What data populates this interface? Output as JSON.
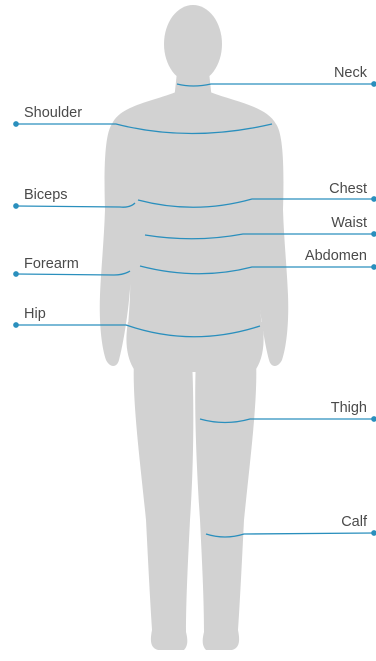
{
  "colors": {
    "body": "#d2d2d2",
    "line": "#2a8fbd",
    "text": "#4a4a4a",
    "background": "#ffffff"
  },
  "labels": {
    "neck": "Neck",
    "shoulder": "Shoulder",
    "biceps": "Biceps",
    "chest": "Chest",
    "waist": "Waist",
    "forearm": "Forearm",
    "abdomen": "Abdomen",
    "hip": "Hip",
    "thigh": "Thigh",
    "calf": "Calf"
  }
}
